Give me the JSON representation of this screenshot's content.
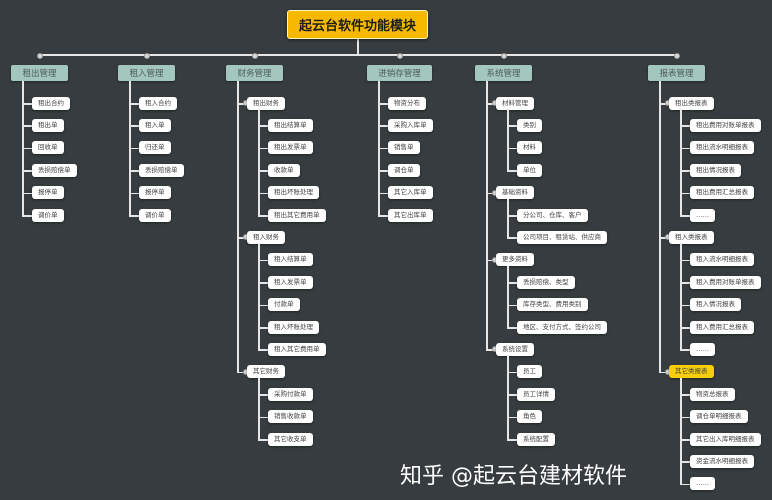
{
  "root": "起云台软件功能模块",
  "highlight_color": "#f7cf0a",
  "watermark": "知乎 @起云台建材软件",
  "tree": [
    {
      "label": "租出管理",
      "children": [
        {
          "label": "租出合约"
        },
        {
          "label": "租出单"
        },
        {
          "label": "回收单"
        },
        {
          "label": "丢损赔偿单"
        },
        {
          "label": "报停单"
        },
        {
          "label": "调价单"
        }
      ]
    },
    {
      "label": "租入管理",
      "children": [
        {
          "label": "租入合约"
        },
        {
          "label": "租入单"
        },
        {
          "label": "归还单"
        },
        {
          "label": "丢损赔偿单"
        },
        {
          "label": "报停单"
        },
        {
          "label": "调价单"
        }
      ]
    },
    {
      "label": "财务管理",
      "children": [
        {
          "label": "租出财务",
          "children": [
            {
              "label": "租出结算单"
            },
            {
              "label": "租出发票单"
            },
            {
              "label": "收款单"
            },
            {
              "label": "租出坏账处理"
            },
            {
              "label": "租出其它费用单"
            }
          ]
        },
        {
          "label": "租入财务",
          "children": [
            {
              "label": "租入结算单"
            },
            {
              "label": "租入发票单"
            },
            {
              "label": "付款单"
            },
            {
              "label": "租入坏账处理"
            },
            {
              "label": "租入其它费用单"
            }
          ]
        },
        {
          "label": "其它财务",
          "children": [
            {
              "label": "采购付款单"
            },
            {
              "label": "销售收款单"
            },
            {
              "label": "其它收支单"
            }
          ]
        }
      ]
    },
    {
      "label": "进销存管理",
      "children": [
        {
          "label": "物资分布"
        },
        {
          "label": "采购入库单"
        },
        {
          "label": "销售单"
        },
        {
          "label": "调仓单"
        },
        {
          "label": "其它入库单"
        },
        {
          "label": "其它出库单"
        }
      ]
    },
    {
      "label": "系统管理",
      "children": [
        {
          "label": "材料管理",
          "children": [
            {
              "label": "类别"
            },
            {
              "label": "材料"
            },
            {
              "label": "单位"
            }
          ]
        },
        {
          "label": "基础资料",
          "children": [
            {
              "label": "分公司、仓库、客户"
            },
            {
              "label": "公司项目、租赁站、供应商"
            }
          ]
        },
        {
          "label": "更多资料",
          "children": [
            {
              "label": "丢损赔偿、类型"
            },
            {
              "label": "库存类型、费用类别"
            },
            {
              "label": "地区、支付方式、签约公司"
            }
          ]
        },
        {
          "label": "系统设置",
          "children": [
            {
              "label": "员工"
            },
            {
              "label": "员工详情"
            },
            {
              "label": "角色"
            },
            {
              "label": "系统配置"
            }
          ]
        }
      ]
    },
    {
      "label": "报表管理",
      "children": [
        {
          "label": "租出类报表",
          "children": [
            {
              "label": "租出费用对账单报表"
            },
            {
              "label": "租出流水明细报表"
            },
            {
              "label": "租出情况报表"
            },
            {
              "label": "租出费用汇总报表"
            },
            {
              "label": "……"
            }
          ]
        },
        {
          "label": "租入类报表",
          "children": [
            {
              "label": "租入流水明细报表"
            },
            {
              "label": "租入费用对账单报表"
            },
            {
              "label": "租入情况报表"
            },
            {
              "label": "租入费用汇总报表"
            },
            {
              "label": "……"
            }
          ]
        },
        {
          "label": "其它类报表",
          "highlighted": true,
          "children": [
            {
              "label": "物资总报表"
            },
            {
              "label": "调仓单明细报表"
            },
            {
              "label": "其它出入库明细报表"
            },
            {
              "label": "资金流水明细报表"
            },
            {
              "label": "……"
            }
          ]
        }
      ]
    }
  ]
}
